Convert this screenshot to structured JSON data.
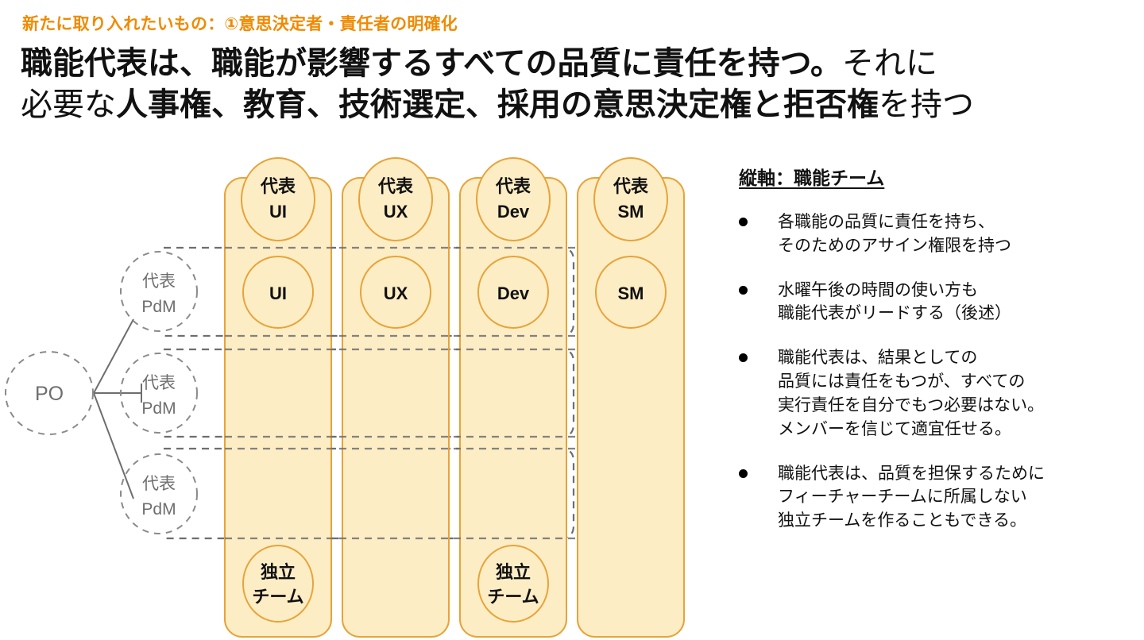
{
  "slide": {
    "eyebrow": "新たに取り入れたいもの：①意思決定者・責任者の明確化",
    "headline": {
      "line1_strong": "職能代表は、職能が影響するすべての品質に責任を持つ。",
      "line1_light": "それに",
      "line2_light_pre": "必要な",
      "line2_strong": "人事権、教育、技術選定、採用の意思決定権と拒否権",
      "line2_light_post": "を持つ"
    }
  },
  "colors": {
    "accent_orange": "#F08A00",
    "column_fill": "#FDEDC5",
    "column_stroke": "#E7A33A",
    "circle_stroke": "#E7A33A",
    "dashed_gray": "#6E6E6E",
    "pdm_text": "#6E6E6E",
    "text_black": "#111111"
  },
  "diagram": {
    "po_node": {
      "label": "PO"
    },
    "pdm_nodes": [
      {
        "line1": "代表",
        "line2": "PdM"
      },
      {
        "line1": "代表",
        "line2": "PdM"
      },
      {
        "line1": "代表",
        "line2": "PdM"
      }
    ],
    "columns": [
      {
        "lead": {
          "line1": "代表",
          "line2": "UI"
        },
        "member": "UI",
        "bottom": {
          "line1": "独立",
          "line2": "チーム"
        },
        "has_bottom": true
      },
      {
        "lead": {
          "line1": "代表",
          "line2": "UX"
        },
        "member": "UX",
        "bottom": {
          "line1": "",
          "line2": ""
        },
        "has_bottom": false
      },
      {
        "lead": {
          "line1": "代表",
          "line2": "Dev"
        },
        "member": "Dev",
        "bottom": {
          "line1": "独立",
          "line2": "チーム"
        },
        "has_bottom": true
      },
      {
        "lead": {
          "line1": "代表",
          "line2": "SM"
        },
        "member": "SM",
        "bottom": {
          "line1": "",
          "line2": ""
        },
        "has_bottom": false
      }
    ],
    "feature_team_bands": 3
  },
  "notes": {
    "title": "縦軸：職能チーム",
    "items": [
      "各職能の品質に責任を持ち、\nそのためのアサイン権限を持つ",
      "水曜午後の時間の使い方も\n職能代表がリードする（後述）",
      "職能代表は、結果としての\n品質には責任をもつが、すべての\n実行責任を自分でもつ必要はない。\nメンバーを信じて適宜任せる。",
      "職能代表は、品質を担保するために\nフィーチャーチームに所属しない\n独立チームを作ることもできる。"
    ]
  }
}
